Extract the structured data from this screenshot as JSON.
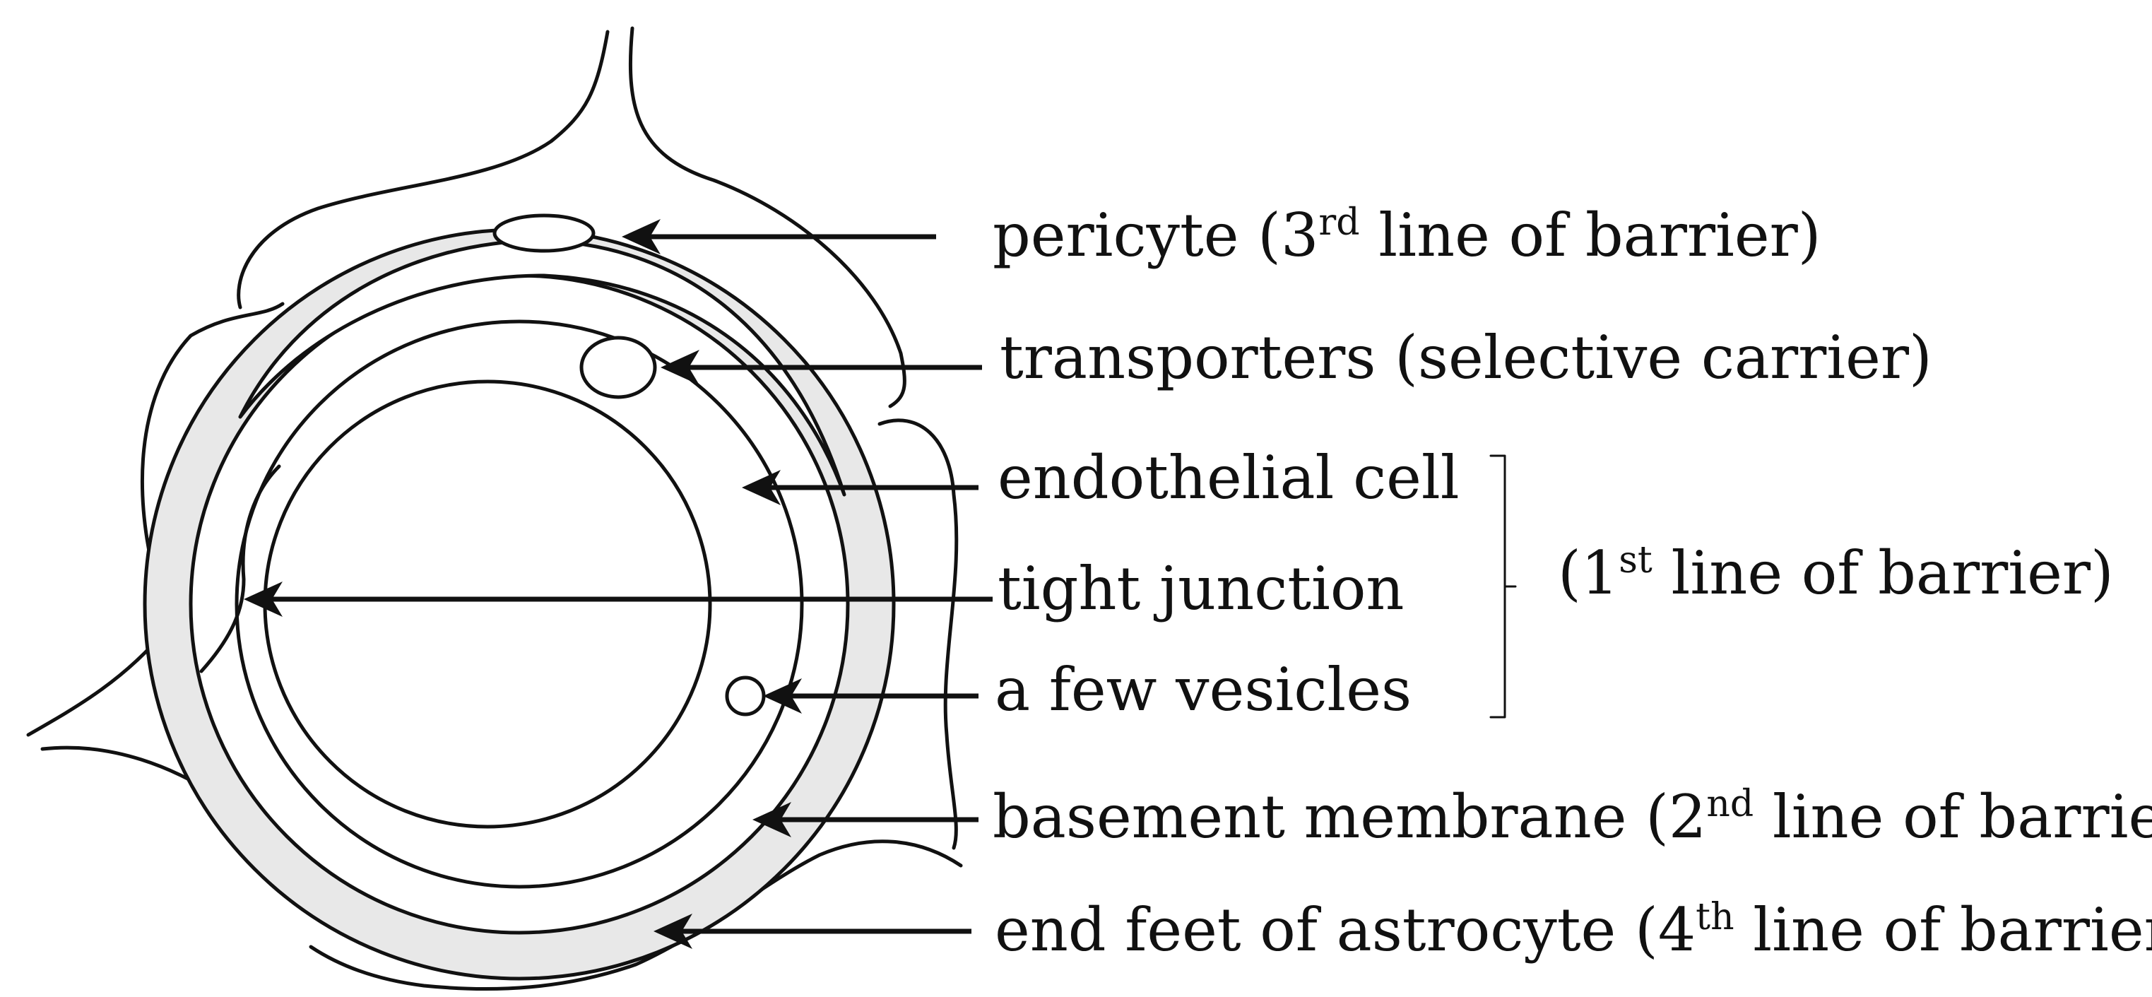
{
  "colors": {
    "stroke": "#111111",
    "basement_fill": "#e8e8e8",
    "background": "#ffffff"
  },
  "labels": {
    "pericyte": {
      "before": "pericyte (3",
      "sup": "rd",
      "after": " line of barrier)"
    },
    "transporters": {
      "text": "transporters (selective carrier)"
    },
    "endothelial": {
      "text": "endothelial cell"
    },
    "tight_junction": {
      "text": "tight junction"
    },
    "vesicles": {
      "text": "a few vesicles"
    },
    "first_line": {
      "before": "(1",
      "sup": "st",
      "after": " line of barrier)"
    },
    "basement": {
      "before": "basement membrane (2",
      "sup": "nd",
      "after": " line of barrier)"
    },
    "astrocyte": {
      "before": "end feet of astrocyte (4",
      "sup": "th",
      "after": " line of barrier)"
    }
  }
}
